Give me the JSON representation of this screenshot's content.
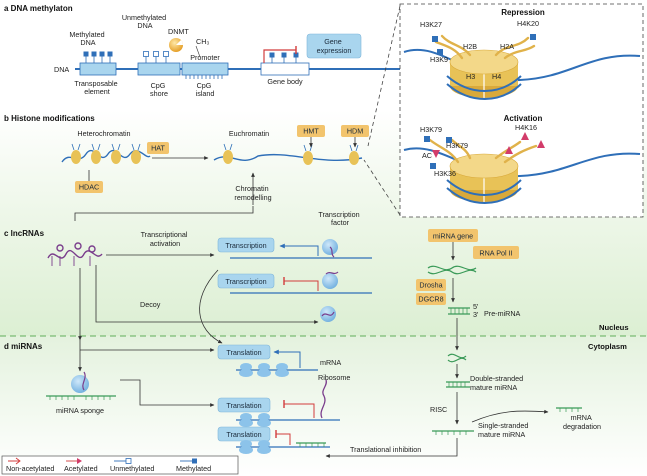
{
  "colors": {
    "dna_blue": "#2f6fb8",
    "box_blue": "#a9d5ee",
    "box_gold": "#f2c46d",
    "histone_gold": "#e8c257",
    "tail_gold": "#d9a93a",
    "inhibit_red": "#d23c3c",
    "mirna_green": "#3a9a58",
    "lncrna_purple": "#7a3d8c",
    "nucleus_green": "#e6f3df",
    "protein_blue": "#8cc3ea"
  },
  "sections": {
    "a": "a DNA methylaton",
    "b": "b Histone modifications",
    "c": "c lncRNAs",
    "d": "d miRNAs"
  },
  "compartments": {
    "nucleus": "Nucleus",
    "cytoplasm": "Cytoplasm"
  },
  "panel_a": {
    "methylated_dna": [
      "Methylated",
      "DNA"
    ],
    "unmethylated_dna": [
      "Unmethylated",
      "DNA"
    ],
    "dnmt": "DNMT",
    "ch3": "CH₃",
    "dna": "DNA",
    "transposable": [
      "Transposable",
      "element"
    ],
    "cpg_shore": [
      "CpG",
      "shore"
    ],
    "promoter": "Promoter",
    "cpg_island": [
      "CpG",
      "island"
    ],
    "gene_body": "Gene body",
    "gene_expression": [
      "Gene",
      "expression"
    ]
  },
  "inset": {
    "repression": "Repression",
    "activation": "Activation",
    "h3k27": "H3K27",
    "h4k20": "H4K20",
    "h3k9": "H3K9",
    "h2b": "H2B",
    "h2a": "H2A",
    "h3": "H3",
    "h4": "H4",
    "h3k79a": "H3K79",
    "h4k16": "H4K16",
    "h3k79b": "H3K79",
    "ac": "AC",
    "h3k36": "H3K36"
  },
  "panel_b": {
    "heterochromatin": "Heterochromatin",
    "euchromatin": "Euchromatin",
    "hat": "HAT",
    "hdac": "HDAC",
    "hmt": "HMT",
    "hdm": "HDM",
    "remodelling": [
      "Chromatin",
      "remodelling"
    ]
  },
  "panel_c": {
    "transcriptional_activation": [
      "Transcriptional",
      "activation"
    ],
    "transcription_factor": [
      "Transcription",
      "factor"
    ],
    "transcription": "Transcription",
    "decoy": "Decoy"
  },
  "mirna_pathway": {
    "mirna_gene": "miRNA gene",
    "rna_pol": "RNA Pol II",
    "drosha": "Drosha",
    "dgcr8": "DGCR8",
    "five_prime": "5'",
    "three_prime": "3'",
    "pre_mirna": "Pre-miRNA",
    "double_stranded": [
      "Double-stranded",
      "mature miRNA"
    ],
    "risc": "RISC",
    "single_stranded": [
      "Single-stranded",
      "mature miRNA"
    ],
    "mrna_degradation": [
      "mRNA",
      "degradation"
    ]
  },
  "panel_d": {
    "translation": "Translation",
    "mrna": "mRNA",
    "ribosome": "Ribosome",
    "mirna_sponge": "miRNA sponge",
    "translational_inhibition": "Translational inhibition"
  },
  "legend": {
    "non_acetylated": "Non-acetylated",
    "acetylated": "Acetylated",
    "unmethylated": "Unmethylated",
    "methylated": "Methylated"
  }
}
